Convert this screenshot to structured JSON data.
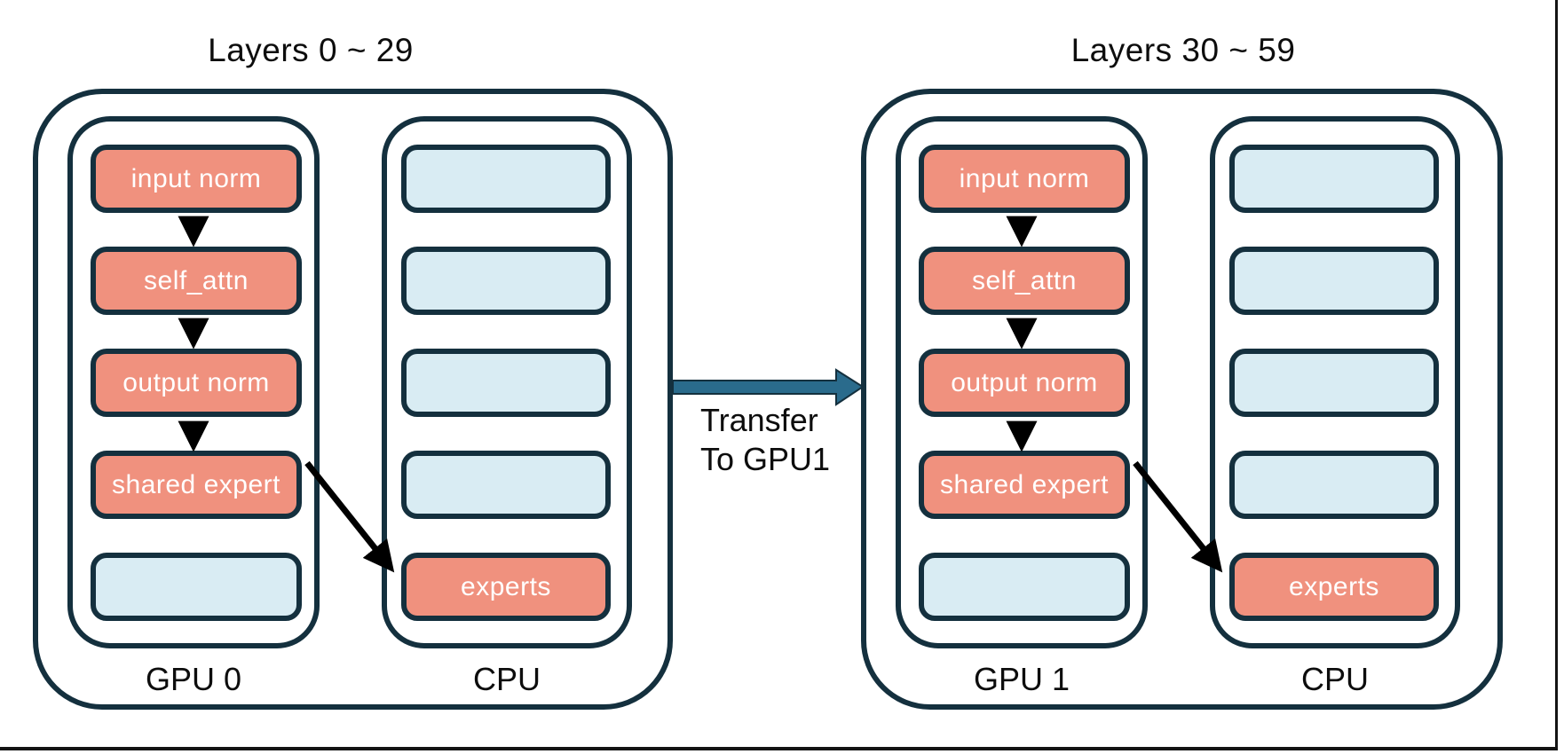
{
  "colors": {
    "border": "#14303e",
    "salmon": "#f0917e",
    "lightblue": "#d9ecf3",
    "arrow_blue": "#2a6b8c",
    "connector": "#000000",
    "page_edge": "#141414"
  },
  "groups": [
    {
      "title": "Layers 0 ~ 29",
      "gpu": {
        "label": "GPU 0",
        "boxes": [
          {
            "label": "input norm",
            "type": "active"
          },
          {
            "label": "self_attn",
            "type": "active"
          },
          {
            "label": "output norm",
            "type": "active"
          },
          {
            "label": "shared expert",
            "type": "active"
          },
          {
            "label": "",
            "type": "idle"
          }
        ]
      },
      "cpu": {
        "label": "CPU",
        "boxes": [
          {
            "label": "",
            "type": "idle"
          },
          {
            "label": "",
            "type": "idle"
          },
          {
            "label": "",
            "type": "idle"
          },
          {
            "label": "",
            "type": "idle"
          },
          {
            "label": "experts",
            "type": "active"
          }
        ]
      }
    },
    {
      "title": "Layers 30 ~ 59",
      "gpu": {
        "label": "GPU 1",
        "boxes": [
          {
            "label": "input norm",
            "type": "active"
          },
          {
            "label": "self_attn",
            "type": "active"
          },
          {
            "label": "output norm",
            "type": "active"
          },
          {
            "label": "shared expert",
            "type": "active"
          },
          {
            "label": "",
            "type": "idle"
          }
        ]
      },
      "cpu": {
        "label": "CPU",
        "boxes": [
          {
            "label": "",
            "type": "idle"
          },
          {
            "label": "",
            "type": "idle"
          },
          {
            "label": "",
            "type": "idle"
          },
          {
            "label": "",
            "type": "idle"
          },
          {
            "label": "experts",
            "type": "active"
          }
        ]
      }
    }
  ],
  "transfer": {
    "line1": "Transfer",
    "line2": "To GPU1"
  }
}
